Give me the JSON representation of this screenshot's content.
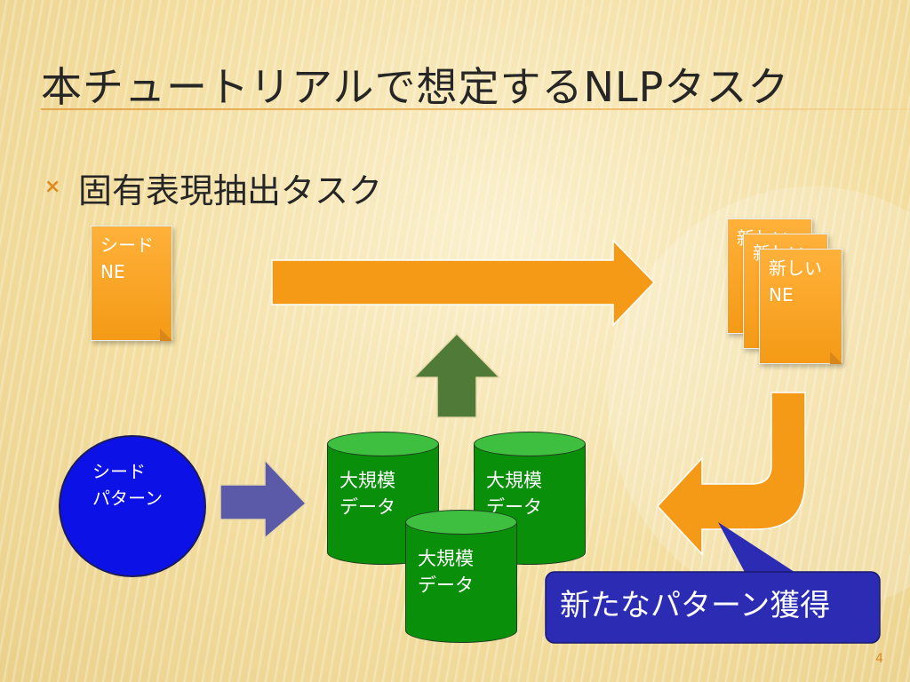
{
  "slide": {
    "title": "本チュートリアルで想定するNLPタスク",
    "bullet_icon": "×",
    "bullet": "固有表現抽出タスク",
    "page_number": "4"
  },
  "diagram": {
    "seed_ne": {
      "line1": "シード",
      "line2": "NE"
    },
    "new_ne": {
      "line1": "新しい",
      "line2": "NE"
    },
    "seed_pattern": {
      "line1": "シード",
      "line2": "パターン"
    },
    "corpora": [
      {
        "line1": "大規模",
        "line2": "データ"
      },
      {
        "line1": "大規模",
        "line2": "データ"
      },
      {
        "line1": "大規模",
        "line2": "データ"
      }
    ],
    "callout": "新たなパターン獲得"
  },
  "colors": {
    "orange": "#f49a16",
    "green_arrow": "#4f7a38",
    "purple_arrow": "#5a5aa8",
    "blue": "#0c12e6",
    "db_green": "#0a8f0a",
    "callout_blue": "#2b2bb4"
  }
}
